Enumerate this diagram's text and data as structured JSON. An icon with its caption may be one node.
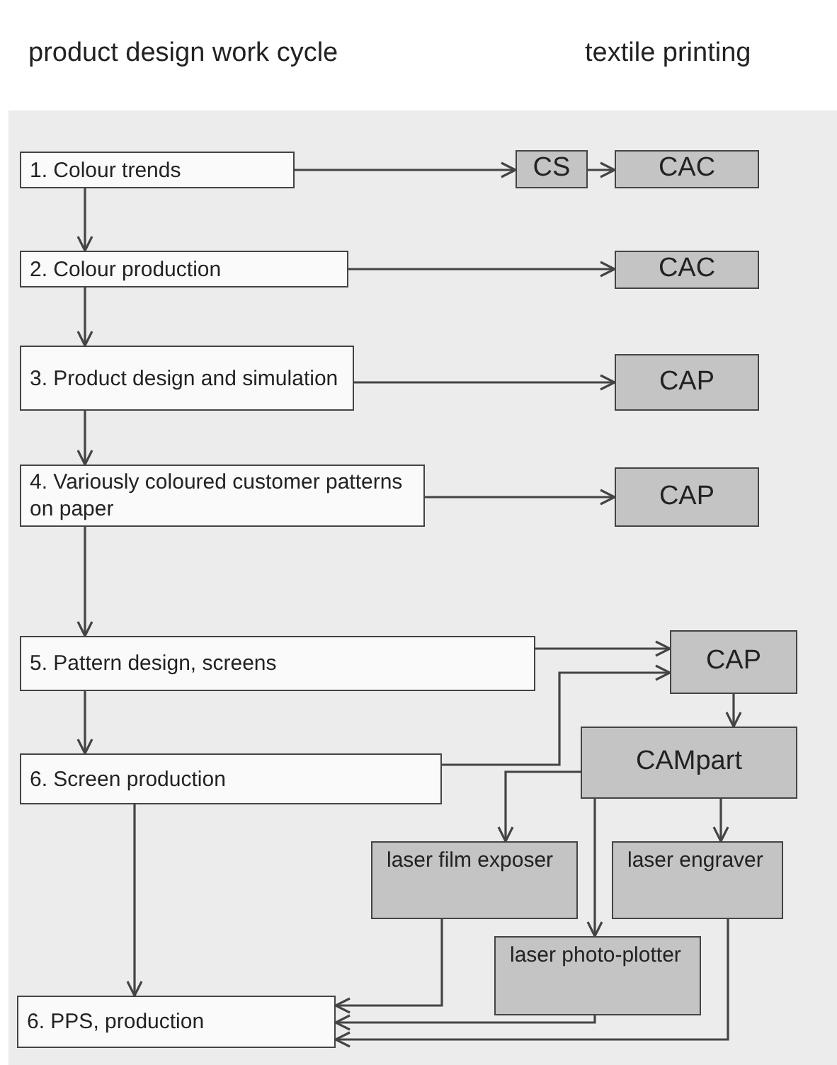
{
  "diagram": {
    "nodes": [
      {
        "text": [
          "1. Colour trends"
        ]
      },
      {
        "text": [
          "CS"
        ]
      },
      {
        "text": [
          "CAC"
        ]
      },
      {
        "text": [
          "2. Colour production"
        ]
      },
      {
        "text": [
          "CAC"
        ]
      },
      {
        "text": [
          "3. Product design and simulation"
        ]
      },
      {
        "text": [
          "CAP"
        ]
      },
      {
        "text": [
          "4. Variously coloured customer patterns on paper"
        ]
      },
      {
        "text": [
          "CAP"
        ]
      },
      {
        "text": [
          "5. Pattern design, screens"
        ]
      },
      {
        "text": [
          "CAP"
        ]
      },
      {
        "text": [
          "6. Screen production"
        ]
      },
      {
        "text": [
          "CAMpart"
        ]
      },
      {
        "text": [
          "laser film exposer"
        ]
      },
      {
        "text": [
          "laser engraver"
        ]
      },
      {
        "text": [
          "laser photo-plotter"
        ]
      },
      {
        "text": [
          "6. PPS, production"
        ]
      }
    ],
    "edges": [
      {
        "from": 0,
        "to": 1,
        "arrow": "to"
      },
      {
        "from": 1,
        "to": 2,
        "arrow": "to"
      },
      {
        "from": 0,
        "to": 3,
        "arrow": "to"
      },
      {
        "from": 3,
        "to": 4,
        "arrow": "to"
      },
      {
        "from": 3,
        "to": 5,
        "arrow": "to"
      },
      {
        "from": 5,
        "to": 6,
        "arrow": "to"
      },
      {
        "from": 5,
        "to": 7,
        "arrow": "to"
      },
      {
        "from": 7,
        "to": 8,
        "arrow": "to"
      },
      {
        "from": 7,
        "to": 9,
        "arrow": "to"
      },
      {
        "from": 9,
        "to": 10,
        "arrow": "to"
      },
      {
        "from": 11,
        "to": 10,
        "arrow": "to"
      },
      {
        "from": 9,
        "to": 11,
        "arrow": "to"
      },
      {
        "from": 10,
        "to": 12,
        "arrow": "to"
      },
      {
        "from": 12,
        "to": 13,
        "arrow": "to"
      },
      {
        "from": 12,
        "to": 14,
        "arrow": "to"
      },
      {
        "from": 12,
        "to": 15,
        "arrow": "to"
      },
      {
        "from": 11,
        "to": 16,
        "arrow": "to"
      },
      {
        "from": 13,
        "to": 16,
        "arrow": "to"
      },
      {
        "from": 15,
        "to": 16,
        "arrow": "to"
      },
      {
        "from": 14,
        "to": 16,
        "arrow": "to"
      }
    ],
    "labels": [
      "product design work cycle",
      "textile printing"
    ]
  }
}
